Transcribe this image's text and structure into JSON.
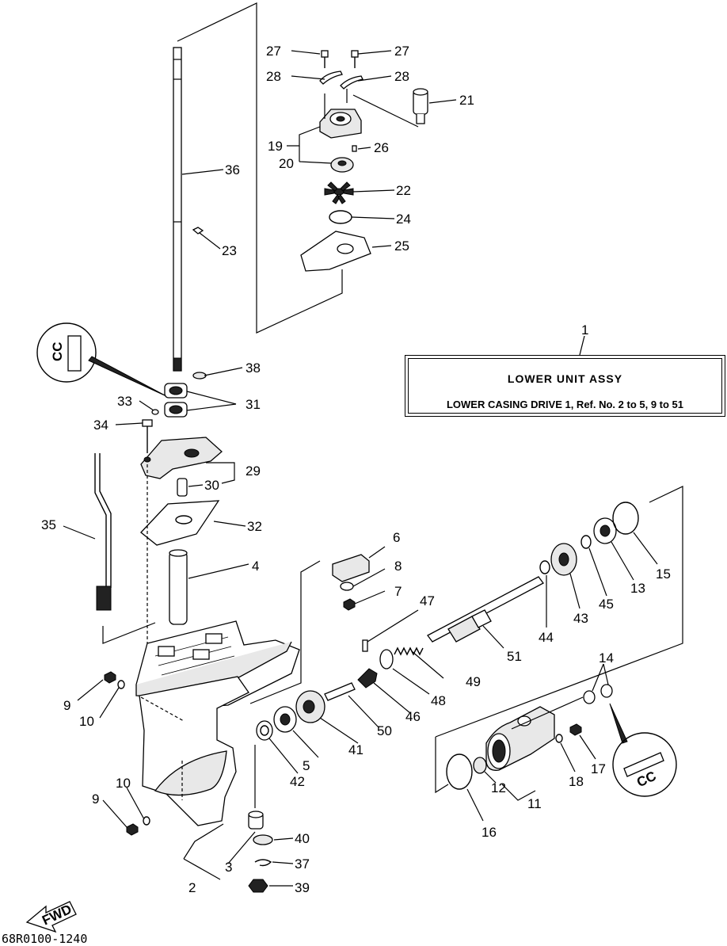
{
  "callouts": {
    "n1": "1",
    "n2": "2",
    "n3": "3",
    "n4": "4",
    "n5": "5",
    "n6": "6",
    "n7": "7",
    "n8": "8",
    "n9a": "9",
    "n9b": "9",
    "n10a": "10",
    "n10b": "10",
    "n11": "11",
    "n12": "12",
    "n13": "13",
    "n14": "14",
    "n15": "15",
    "n16": "16",
    "n17": "17",
    "n18": "18",
    "n19": "19",
    "n20": "20",
    "n21": "21",
    "n22": "22",
    "n23": "23",
    "n24": "24",
    "n25": "25",
    "n26": "26",
    "n27a": "27",
    "n27b": "27",
    "n28a": "28",
    "n28b": "28",
    "n29": "29",
    "n30": "30",
    "n31": "31",
    "n32": "32",
    "n33": "33",
    "n34": "34",
    "n35": "35",
    "n36": "36",
    "n37": "37",
    "n38": "38",
    "n39": "39",
    "n40": "40",
    "n41": "41",
    "n42": "42",
    "n43": "43",
    "n44": "44",
    "n45": "45",
    "n46": "46",
    "n47": "47",
    "n48": "48",
    "n49": "49",
    "n50": "50",
    "n51": "51"
  },
  "assembly": {
    "title": "LOWER UNIT ASSY",
    "description": "LOWER CASING DRIVE 1,  Ref. No. 2 to 5,  9 to 51"
  },
  "drawing_code": "68R0100-1240",
  "fwd_label": "FWD",
  "magnifier_label_top": "CC",
  "magnifier_label_bottom": "CC"
}
